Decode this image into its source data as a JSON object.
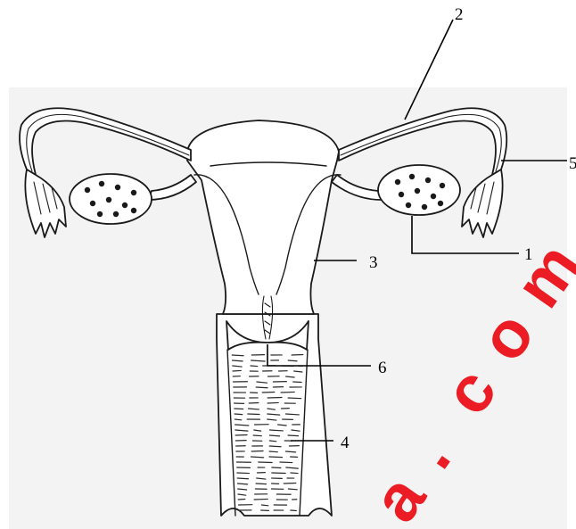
{
  "diagram": {
    "labels": {
      "label_1": "1",
      "label_2": "2",
      "label_3": "3",
      "label_4": "4",
      "label_5": "5",
      "label_6": "6"
    }
  },
  "watermark": {
    "text": "a.com"
  },
  "colors": {
    "watermark": "#ec1c24",
    "line": "#1a1a1a",
    "panel": "#f3f3f3"
  }
}
